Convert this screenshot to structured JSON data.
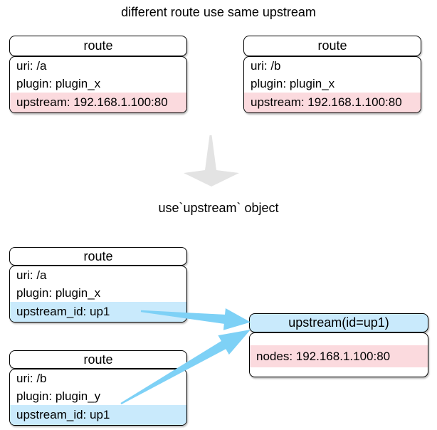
{
  "title": "different route use same upstream",
  "transform": {
    "label": "use`upstream` object"
  },
  "colors": {
    "highlight-pink": "#fbdade",
    "highlight-blue": "#c9eafc",
    "arrow-blue": "#7ed1f6",
    "arrow-gray": "#e3e3e3"
  },
  "before": {
    "route_a": {
      "header": "route",
      "rows": {
        "uri": "uri: /a",
        "plugin": "plugin: plugin_x",
        "upstream": "upstream: 192.168.1.100:80"
      }
    },
    "route_b": {
      "header": "route",
      "rows": {
        "uri": "uri: /b",
        "plugin": "plugin: plugin_x",
        "upstream": "upstream: 192.168.1.100:80"
      }
    }
  },
  "after": {
    "route_a": {
      "header": "route",
      "rows": {
        "uri": "uri: /a",
        "plugin": "plugin: plugin_x",
        "upstream_id": "upstream_id: up1"
      }
    },
    "route_b": {
      "header": "route",
      "rows": {
        "uri": "uri: /b",
        "plugin": "plugin: plugin_y",
        "upstream_id": "upstream_id: up1"
      }
    },
    "upstream": {
      "header": "upstream(id=up1)",
      "rows": {
        "nodes": "nodes: 192.168.1.100:80"
      }
    }
  }
}
